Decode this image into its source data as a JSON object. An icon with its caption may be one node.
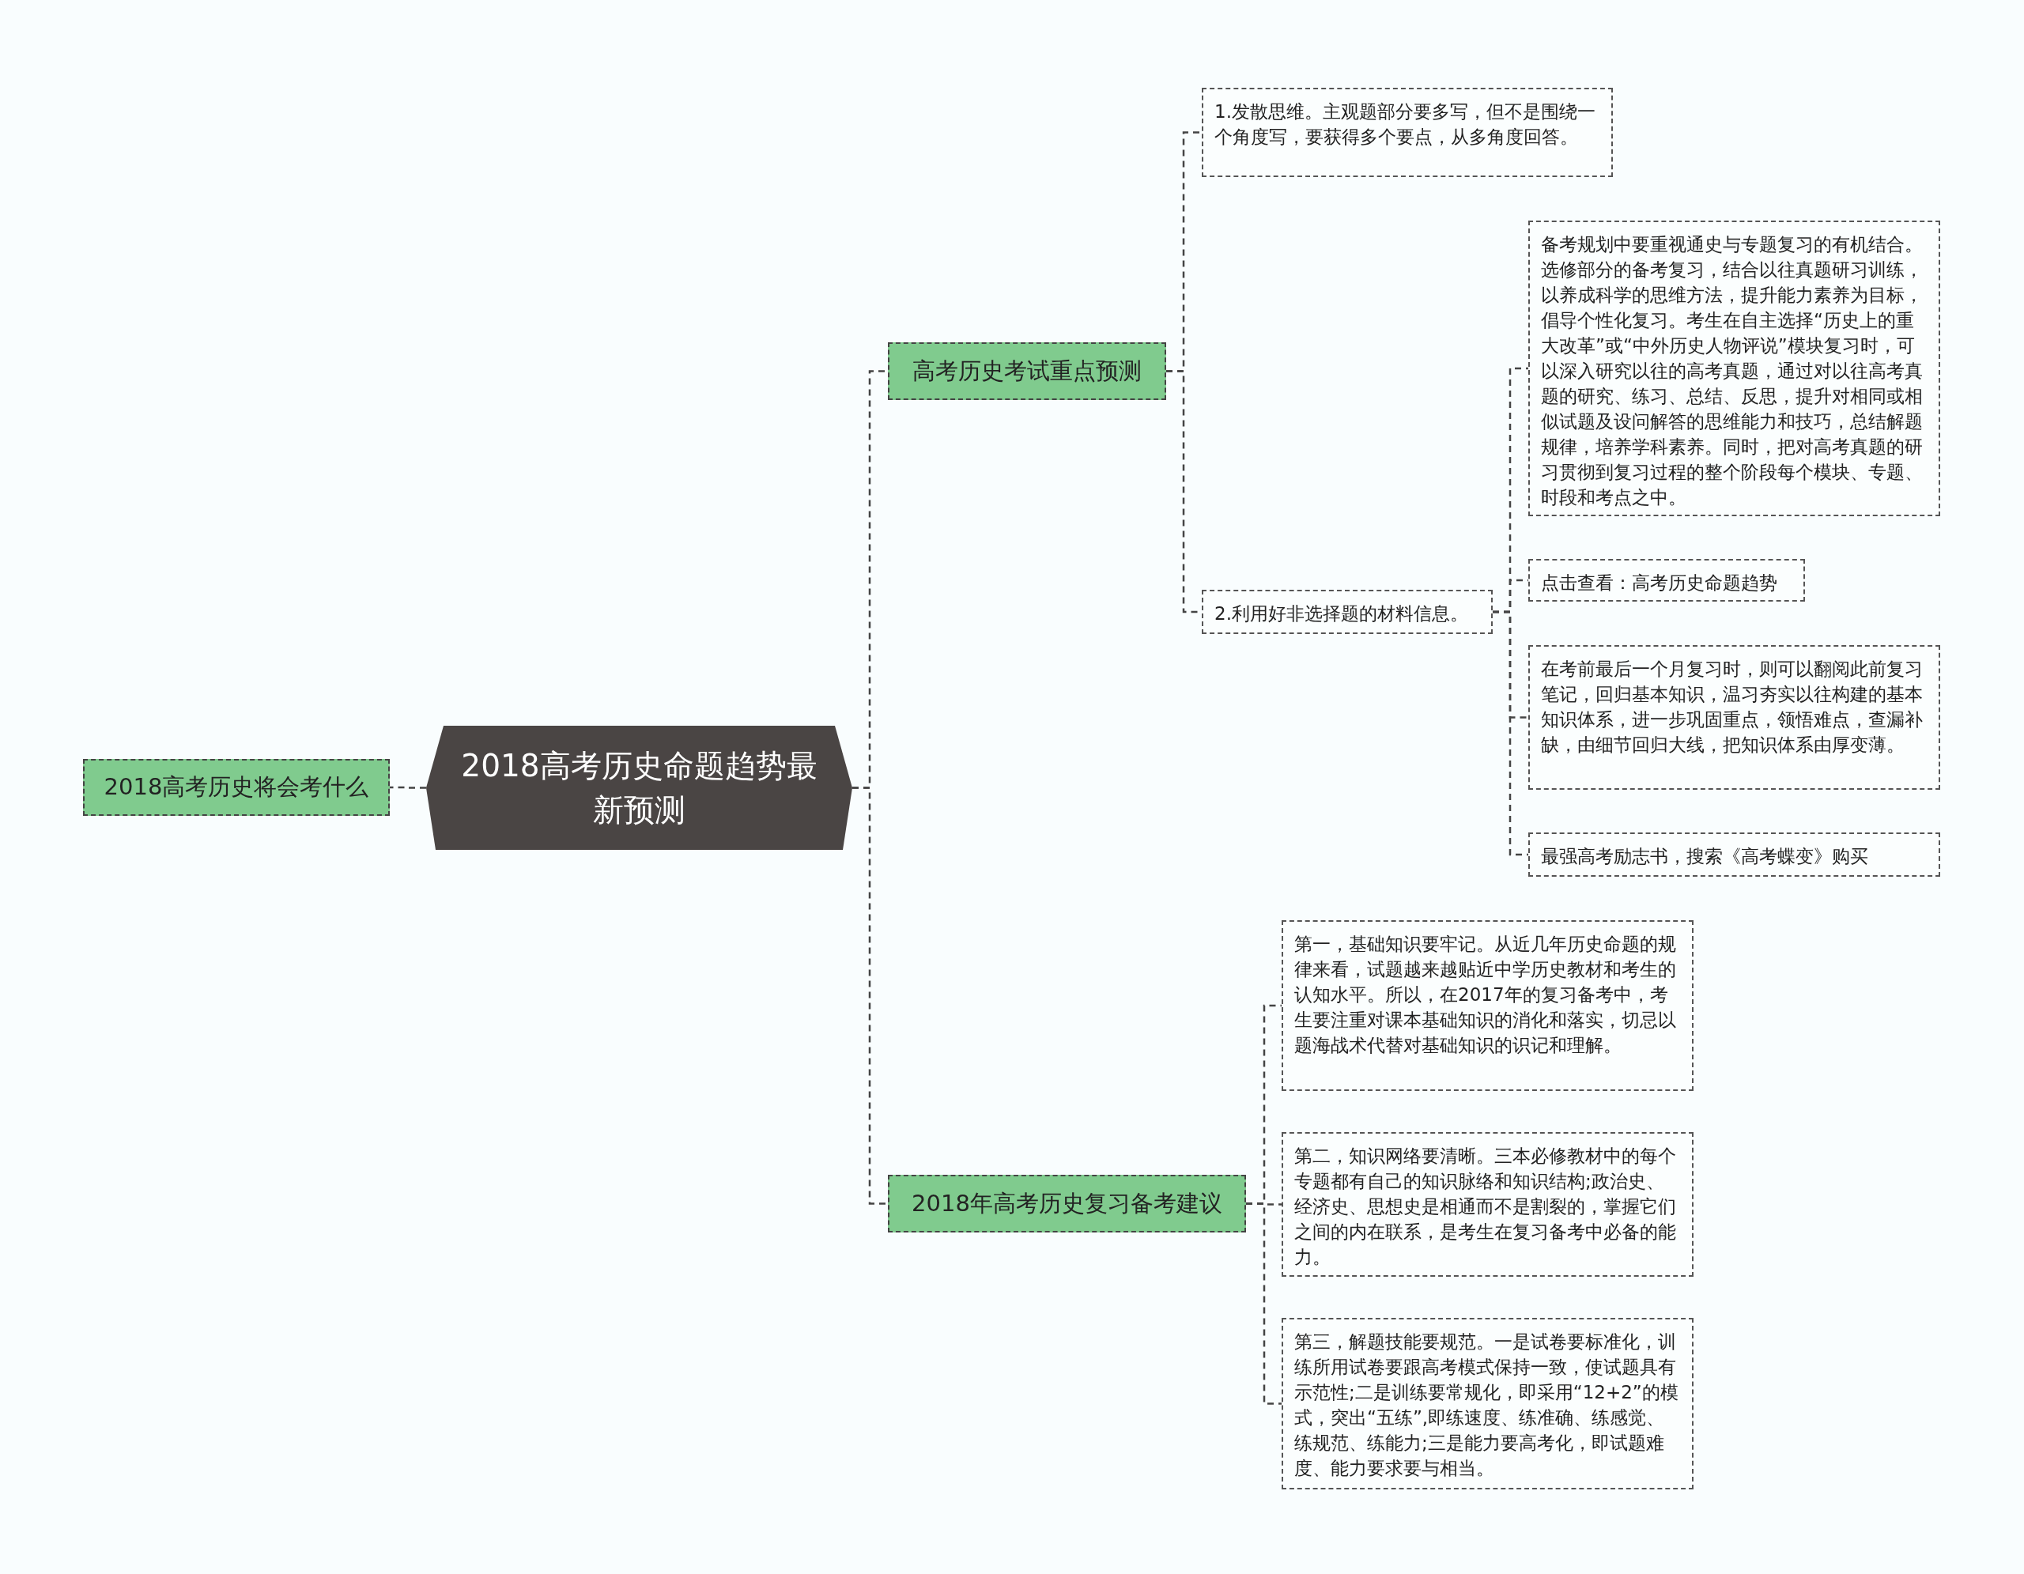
{
  "diagram": {
    "nodes": [
      {
        "text": [
          "2018高考历史命题趋势最新预测"
        ]
      },
      {
        "text": [
          "2018高考历史将会考什么"
        ]
      },
      {
        "text": [
          "高考历史考试重点预测"
        ]
      },
      {
        "text": [
          "1.发散思维。主观题部分要多写，但不是围绕一个角度写，要获得多个要点，从多角度回答。"
        ]
      },
      {
        "text": [
          "2.利用好非选择题的材料信息。"
        ]
      },
      {
        "text": [
          "备考规划中要重视通史与专题复习的有机结合。选修部分的备考复习，结合以往真题研习训练，以养成科学的思维方法，提升能力素养为目标，倡导个性化复习。考生在自主选择“历史上的重大改革”或“中外历史人物评说”模块复习时，可以深入研究以往的高考真题，通过对以往高考真题的研究、练习、总结、反思，提升对相同或相似试题及设问解答的思维能力和技巧，总结解题规律，培养学科素养。同时，把对高考真题的研习贯彻到复习过程的整个阶段每个模块、专题、时段和考点之中。"
        ]
      },
      {
        "text": [
          "点击查看：高考历史命题趋势"
        ]
      },
      {
        "text": [
          "在考前最后一个月复习时，则可以翻阅此前复习笔记，回归基本知识，温习夯实以往构建的基本知识体系，进一步巩固重点，领悟难点，查漏补缺，由细节回归大线，把知识体系由厚变薄。"
        ]
      },
      {
        "text": [
          "最强高考励志书，搜索《高考蝶变》购买"
        ]
      },
      {
        "text": [
          "2018年高考历史复习备考建议"
        ]
      },
      {
        "text": [
          "第一，基础知识要牢记。从近几年历史命题的规律来看，试题越来越贴近中学历史教材和考生的认知水平。所以，在2017年的复习备考中，考生要注重对课本基础知识的消化和落实，切忌以题海战术代替对基础知识的识记和理解。"
        ]
      },
      {
        "text": [
          "第二，知识网络要清晰。三本必修教材中的每个专题都有自己的知识脉络和知识结构;政治史、经济史、思想史是相通而不是割裂的，掌握它们之间的内在联系，是考生在复习备考中必备的能力。"
        ]
      },
      {
        "text": [
          "第三，解题技能要规范。一是试卷要标准化，训练所用试卷要跟高考模式保持一致，使试题具有示范性;二是训练要常规化，即采用“12+2”的模式，突出“五练”,即练速度、练准确、练感觉、练规范、练能力;三是能力要高考化，即试题难度、能力要求要与相当。"
        ]
      }
    ],
    "edges": [
      {
        "from": 0,
        "to": 1,
        "arrow": "none"
      },
      {
        "from": 0,
        "to": 2,
        "arrow": "none"
      },
      {
        "from": 2,
        "to": 3,
        "arrow": "none"
      },
      {
        "from": 2,
        "to": 4,
        "arrow": "none"
      },
      {
        "from": 4,
        "to": 5,
        "arrow": "none"
      },
      {
        "from": 4,
        "to": 6,
        "arrow": "none"
      },
      {
        "from": 4,
        "to": 7,
        "arrow": "none"
      },
      {
        "from": 4,
        "to": 8,
        "arrow": "none"
      },
      {
        "from": 0,
        "to": 9,
        "arrow": "none"
      },
      {
        "from": 9,
        "to": 10,
        "arrow": "none"
      },
      {
        "from": 9,
        "to": 11,
        "arrow": "none"
      },
      {
        "from": 9,
        "to": 12,
        "arrow": "none"
      }
    ]
  }
}
